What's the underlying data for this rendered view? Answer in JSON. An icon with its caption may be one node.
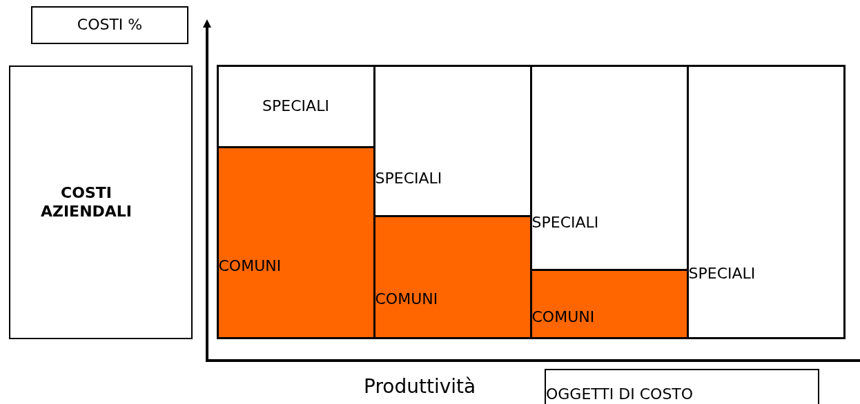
{
  "diagram": {
    "nodes": [
      {
        "text": [
          "COSTI %"
        ]
      },
      {
        "text": [
          "COSTI AZIENDALI"
        ]
      },
      {
        "text": [
          "SPECIALI"
        ]
      },
      {
        "text": [
          "COMUNI"
        ]
      },
      {
        "text": [
          "SPECIALI"
        ]
      },
      {
        "text": [
          "COMUNI"
        ]
      },
      {
        "text": [
          "SPECIALI"
        ]
      },
      {
        "text": [
          "COMUNI"
        ]
      },
      {
        "text": [
          "SPECIALI"
        ]
      },
      {
        "text": [
          "OGGETTI DI COSTO"
        ]
      }
    ],
    "labels": [
      "Produttività"
    ]
  }
}
